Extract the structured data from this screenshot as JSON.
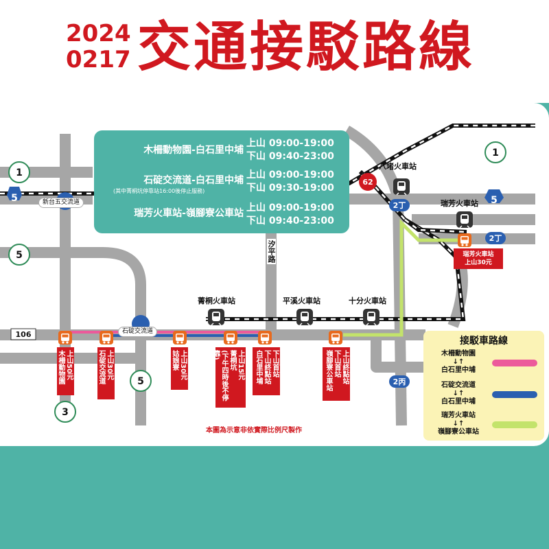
{
  "header": {
    "date_line1": "2024",
    "date_line2": "0217",
    "title": "交通接駁路線"
  },
  "info": {
    "rows": [
      {
        "route": "木柵動物園-白石里中埔",
        "up": "上山 09:00-19:00",
        "down": "下山 09:40-23:00"
      },
      {
        "route": "石碇交流道-白石里中埔",
        "up": "上山 09:00-19:00",
        "down": "下山 09:30-19:00",
        "note": "(其中菁桐坑停靠站16:00後停止服務)"
      },
      {
        "route": "瑞芳火車站-嶺腳寮公車站",
        "up": "上山 09:00-19:00",
        "down": "下山 09:40-23:00"
      }
    ],
    "colon": ":"
  },
  "roads": {
    "r1_left": "1",
    "r1_right": "1",
    "r5_left": "5",
    "r5_center": "5",
    "r3": "3",
    "nat5_left": "5",
    "nat5_right": "5",
    "p106": "106",
    "p62": "62",
    "c2ding_a": "2丁",
    "c2ding_b": "2丁",
    "c2bing": "2丙"
  },
  "labels": {
    "xintai": "新台五交流道",
    "shiding_ic": "石碇交流道",
    "xiping_road": "汐平路",
    "badu": "八堵火車站",
    "ruifang": "瑞芳火車站",
    "jingtong": "菁桐火車站",
    "pingxi": "平溪火車站",
    "shifen": "十分火車站"
  },
  "stops": {
    "muzha": [
      "上山50元",
      "木柵動物園"
    ],
    "shiding": [
      "上山30元",
      "石碇交流道"
    ],
    "gululiao": [
      "上山30元",
      "姑娘寮"
    ],
    "jingtongkeng": [
      "上山15元",
      "菁桐坑",
      "(下午四時後不停靠)"
    ],
    "baishi": [
      "下山首站",
      "下山終點站",
      "白石里中埔"
    ],
    "lingjiao": [
      "上山終點站",
      "下山首站",
      "嶺腳寮公車站"
    ],
    "ruifang_box": [
      "瑞芳火車站",
      "上山30元"
    ]
  },
  "note": "本圖為示意非依實際比例尺製作",
  "legend": {
    "title": "接駁車路線",
    "routes": [
      {
        "from": "木柵動物園",
        "to": "白石里中埔",
        "color": "#ec5a9b"
      },
      {
        "from": "石碇交流道",
        "to": "白石里中埔",
        "color": "#2a5fb0"
      },
      {
        "from": "瑞芳火車站",
        "to": "嶺腳寮公車站",
        "color": "#c3e36b"
      }
    ],
    "arrows": "↓↑"
  },
  "colors": {
    "brand_red": "#d0181f",
    "teal": "#4fb3a6",
    "road_gray": "#a6a6a6",
    "stop_orange": "#e86a1d",
    "route_pink": "#ec5a9b",
    "route_blue": "#2a5fb0",
    "route_green": "#c3e36b"
  },
  "icons": {
    "train": "train-icon",
    "bus": "bus-icon"
  }
}
